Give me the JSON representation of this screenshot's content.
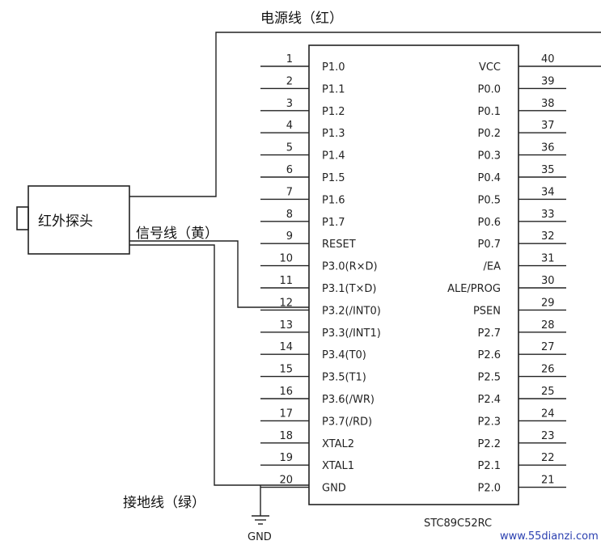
{
  "labels": {
    "power_wire": "电源线（红）",
    "signal_wire": "信号线（黄）",
    "ground_wire": "接地线（绿）",
    "sensor": "红外探头",
    "gnd": "GND",
    "chip": "STC89C52RC",
    "watermark": "www.55dianzi.com"
  },
  "left_pins": [
    {
      "num": "1",
      "name": "P1.0"
    },
    {
      "num": "2",
      "name": "P1.1"
    },
    {
      "num": "3",
      "name": "P1.2"
    },
    {
      "num": "4",
      "name": "P1.3"
    },
    {
      "num": "5",
      "name": "P1.4"
    },
    {
      "num": "6",
      "name": "P1.5"
    },
    {
      "num": "7",
      "name": "P1.6"
    },
    {
      "num": "8",
      "name": "P1.7"
    },
    {
      "num": "9",
      "name": "RESET"
    },
    {
      "num": "10",
      "name": "P3.0(R×D)"
    },
    {
      "num": "11",
      "name": "P3.1(T×D)"
    },
    {
      "num": "12",
      "name": "P3.2(/INT0)"
    },
    {
      "num": "13",
      "name": "P3.3(/INT1)"
    },
    {
      "num": "14",
      "name": "P3.4(T0)"
    },
    {
      "num": "15",
      "name": "P3.5(T1)"
    },
    {
      "num": "16",
      "name": "P3.6(/WR)"
    },
    {
      "num": "17",
      "name": "P3.7(/RD)"
    },
    {
      "num": "18",
      "name": "XTAL2"
    },
    {
      "num": "19",
      "name": "XTAL1"
    },
    {
      "num": "20",
      "name": "GND"
    }
  ],
  "right_pins": [
    {
      "num": "40",
      "name": "VCC"
    },
    {
      "num": "39",
      "name": "P0.0"
    },
    {
      "num": "38",
      "name": "P0.1"
    },
    {
      "num": "37",
      "name": "P0.2"
    },
    {
      "num": "36",
      "name": "P0.3"
    },
    {
      "num": "35",
      "name": "P0.4"
    },
    {
      "num": "34",
      "name": "P0.5"
    },
    {
      "num": "33",
      "name": "P0.6"
    },
    {
      "num": "32",
      "name": "P0.7"
    },
    {
      "num": "31",
      "name": "/EA"
    },
    {
      "num": "30",
      "name": "ALE/PROG"
    },
    {
      "num": "29",
      "name": "PSEN"
    },
    {
      "num": "28",
      "name": "P2.7"
    },
    {
      "num": "27",
      "name": "P2.6"
    },
    {
      "num": "26",
      "name": "P2.5"
    },
    {
      "num": "25",
      "name": "P2.4"
    },
    {
      "num": "24",
      "name": "P2.3"
    },
    {
      "num": "23",
      "name": "P2.2"
    },
    {
      "num": "22",
      "name": "P2.1"
    },
    {
      "num": "21",
      "name": "P2.0"
    }
  ]
}
